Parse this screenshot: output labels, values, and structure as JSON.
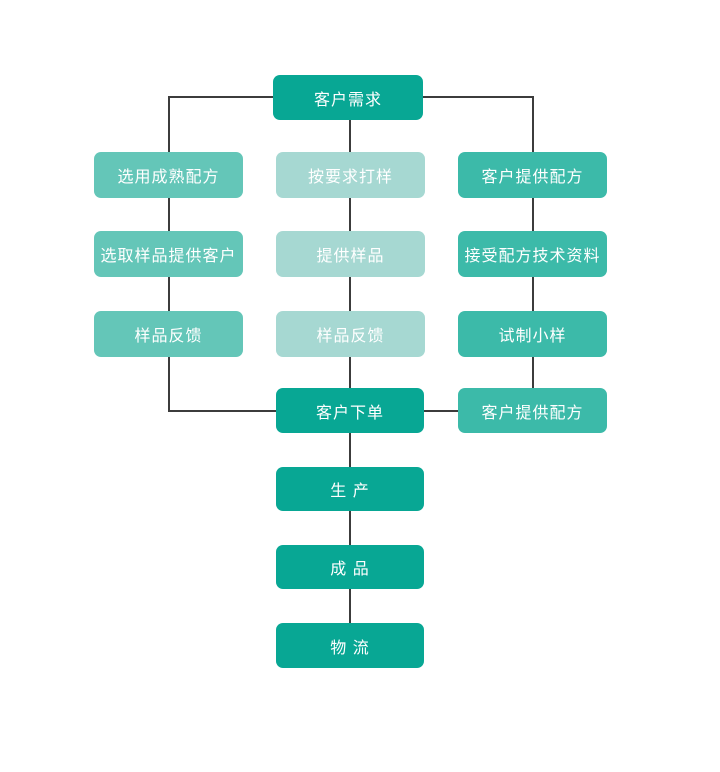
{
  "diagram": {
    "type": "flowchart",
    "background_color": "#ffffff",
    "connector_color": "#3c3c3c",
    "colors": {
      "dark_teal": "#08a794",
      "light_teal": "#64c6b8",
      "pale_teal": "#a6d8d2",
      "medium_teal": "#3cbaa9",
      "text": "#ffffff"
    },
    "nodes": [
      {
        "id": "customer-demand",
        "label": "客户需求",
        "color": "dark_teal"
      },
      {
        "id": "select-mature-formula",
        "label": "选用成熟配方",
        "color": "light_teal"
      },
      {
        "id": "sample-on-request",
        "label": "按要求打样",
        "color": "pale_teal"
      },
      {
        "id": "customer-provides-formula",
        "label": "客户提供配方",
        "color": "medium_teal"
      },
      {
        "id": "select-samples-for-customer",
        "label": "选取样品提供客户",
        "color": "light_teal"
      },
      {
        "id": "provide-samples",
        "label": "提供样品",
        "color": "pale_teal"
      },
      {
        "id": "receive-formula-technical-data",
        "label": "接受配方技术资料",
        "color": "medium_teal"
      },
      {
        "id": "sample-feedback-left",
        "label": "样品反馈",
        "color": "light_teal"
      },
      {
        "id": "sample-feedback-middle",
        "label": "样品反馈",
        "color": "pale_teal"
      },
      {
        "id": "trial-small-sample",
        "label": "试制小样",
        "color": "medium_teal"
      },
      {
        "id": "customer-places-order",
        "label": "客户下单",
        "color": "dark_teal"
      },
      {
        "id": "customer-provides-formula-2",
        "label": "客户提供配方",
        "color": "medium_teal"
      },
      {
        "id": "production",
        "label": "生 产",
        "color": "dark_teal"
      },
      {
        "id": "finished-product",
        "label": "成 品",
        "color": "dark_teal"
      },
      {
        "id": "logistics",
        "label": "物 流",
        "color": "dark_teal"
      }
    ],
    "edges": [
      {
        "from": "customer-demand",
        "to": "select-mature-formula"
      },
      {
        "from": "customer-demand",
        "to": "sample-on-request"
      },
      {
        "from": "customer-demand",
        "to": "customer-provides-formula"
      },
      {
        "from": "select-mature-formula",
        "to": "select-samples-for-customer"
      },
      {
        "from": "select-samples-for-customer",
        "to": "sample-feedback-left"
      },
      {
        "from": "sample-feedback-left",
        "to": "customer-places-order"
      },
      {
        "from": "sample-on-request",
        "to": "provide-samples"
      },
      {
        "from": "provide-samples",
        "to": "sample-feedback-middle"
      },
      {
        "from": "sample-feedback-middle",
        "to": "customer-places-order"
      },
      {
        "from": "customer-provides-formula",
        "to": "receive-formula-technical-data"
      },
      {
        "from": "receive-formula-technical-data",
        "to": "trial-small-sample"
      },
      {
        "from": "trial-small-sample",
        "to": "customer-provides-formula-2"
      },
      {
        "from": "customer-provides-formula-2",
        "to": "customer-places-order"
      },
      {
        "from": "customer-places-order",
        "to": "production"
      },
      {
        "from": "production",
        "to": "finished-product"
      },
      {
        "from": "finished-product",
        "to": "logistics"
      }
    ]
  }
}
